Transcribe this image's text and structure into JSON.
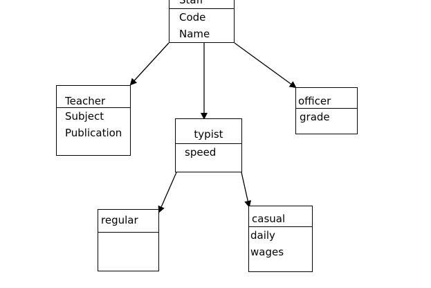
{
  "diagram": {
    "classes": {
      "staff": {
        "name": "Staff",
        "attributes": [
          "Code",
          "Name"
        ]
      },
      "teacher": {
        "name": "Teacher",
        "attributes": [
          "Subject",
          "Publication"
        ]
      },
      "typist": {
        "name": "typist",
        "attributes": [
          "speed"
        ]
      },
      "officer": {
        "name": "officer",
        "attributes": [
          "grade"
        ]
      },
      "regular": {
        "name": "regular",
        "attributes": []
      },
      "casual": {
        "name": "casual",
        "attributes": [
          "daily",
          "wages"
        ]
      }
    },
    "relations": [
      {
        "from": "staff",
        "to": "teacher"
      },
      {
        "from": "staff",
        "to": "typist"
      },
      {
        "from": "staff",
        "to": "officer"
      },
      {
        "from": "typist",
        "to": "regular"
      },
      {
        "from": "typist",
        "to": "casual"
      }
    ]
  }
}
